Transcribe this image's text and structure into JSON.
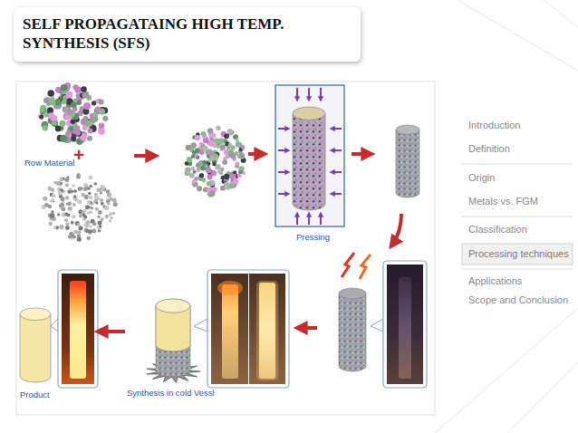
{
  "diagram": {
    "title": "SELF PROPAGATAING HIGH TEMP. SYNTHESIS (SFS)",
    "nodes": [
      {
        "text": [
          "Row Material"
        ]
      },
      {
        "text": [
          "Pressing"
        ]
      },
      {
        "text": [
          "Synthesis in cold Vessl"
        ]
      },
      {
        "text": [
          "Product"
        ]
      }
    ],
    "edges": [
      {
        "from": 2,
        "to": 3,
        "arrow": "to"
      }
    ],
    "labels": [
      "+",
      "Introduction",
      "Definition",
      "Origin",
      "Metals vs. FGM",
      "Classification",
      "Processing techniques",
      "Applications",
      "Scope and Conclusion"
    ]
  }
}
